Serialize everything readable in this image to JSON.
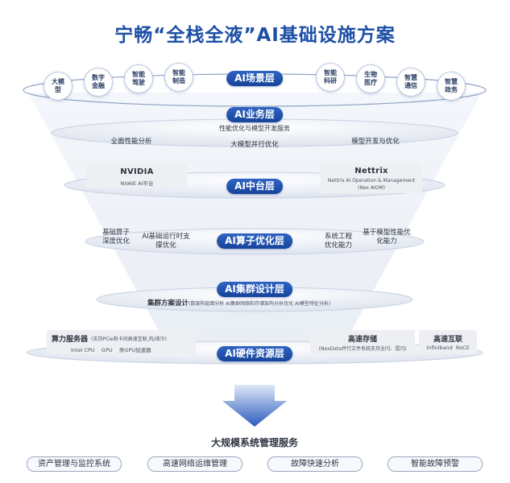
{
  "title": "宁畅“全栈全液”AI基础设施方案",
  "colors": {
    "brand_blue": "#1e4fa6",
    "label_blue": "#17449a",
    "funnel_edge": "#c9d2e2",
    "panel_gray": "#eeeff2"
  },
  "scene_layer": {
    "label": "AI场景层",
    "bubbles": [
      "大模型",
      "数字金融",
      "智能驾驶",
      "智能制造",
      "智能科研",
      "生物医疗",
      "智慧通信",
      "智慧政务"
    ]
  },
  "business_layer": {
    "label": "AI业务层",
    "subtitle": "性能优化与模型开发服务",
    "items": [
      "全面性能分析",
      "大模型并行优化",
      "模型开发与优化"
    ]
  },
  "middle_layer": {
    "label": "AI中台层",
    "left_brand": "NVIDIA",
    "left_desc": "NVAIE AI平台",
    "right_brand": "Nettrix",
    "right_desc_1": "Nettrix AI Operation & Management",
    "right_desc_2": "(Nex AIOM)"
  },
  "operator_layer": {
    "label": "AI算子优化层",
    "items": [
      "基础算子深度优化",
      "AI基础运行时支撑优化",
      "系统工程优化能力",
      "基于模型性能优化能力"
    ]
  },
  "cluster_layer": {
    "label": "AI集群设计层",
    "main": "集群方案设计",
    "detail": "(数架构层面分析 AI集群网络和存储架构分析优化 AI模型特征分析)"
  },
  "hardware_layer": {
    "label": "AI硬件资源层",
    "compute_title": "算力服务器",
    "compute_note": "(支持PCIe和卡间高速互联,风/液冷)",
    "compute_items": "Intel CPU    GPU    类GPU加速器",
    "storage_title": "高速存储",
    "storage_desc": "(NexData并行文件系统支持全闪、混闪)",
    "network_title": "高速互联",
    "network_desc": "Infiniband  RoCE"
  },
  "management": {
    "title": "大规模系统管理服务",
    "services": [
      "资产管理与监控系统",
      "高速网络运维管理",
      "故障快速分析",
      "智能故障预警"
    ]
  }
}
